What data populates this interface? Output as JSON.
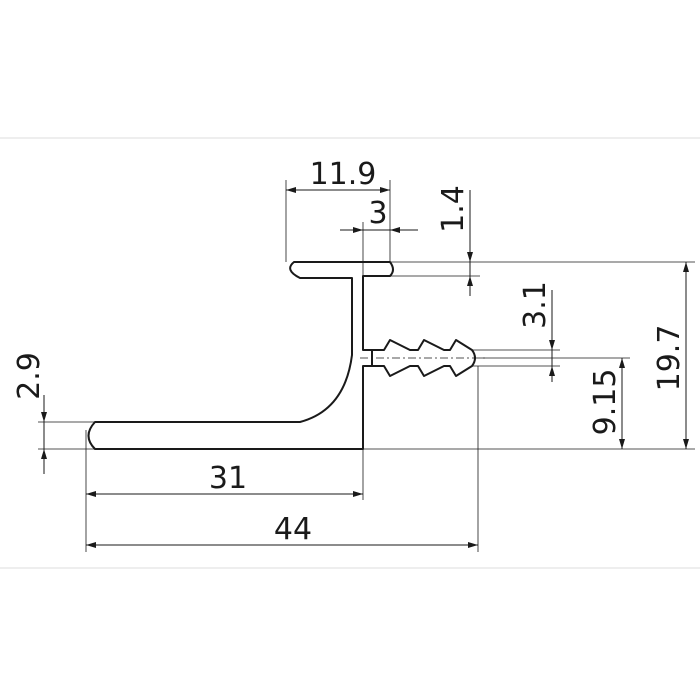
{
  "dimensions": {
    "top_width": "11.9",
    "lip_width": "3",
    "lip_thickness": "1.4",
    "total_height": "19.7",
    "barb_pitch": "3.1",
    "center_height": "9.15",
    "base_thickness": "2.9",
    "base_width": "31",
    "total_width": "44"
  },
  "colors": {
    "line": "#1a1a1a",
    "background": "#ffffff"
  }
}
